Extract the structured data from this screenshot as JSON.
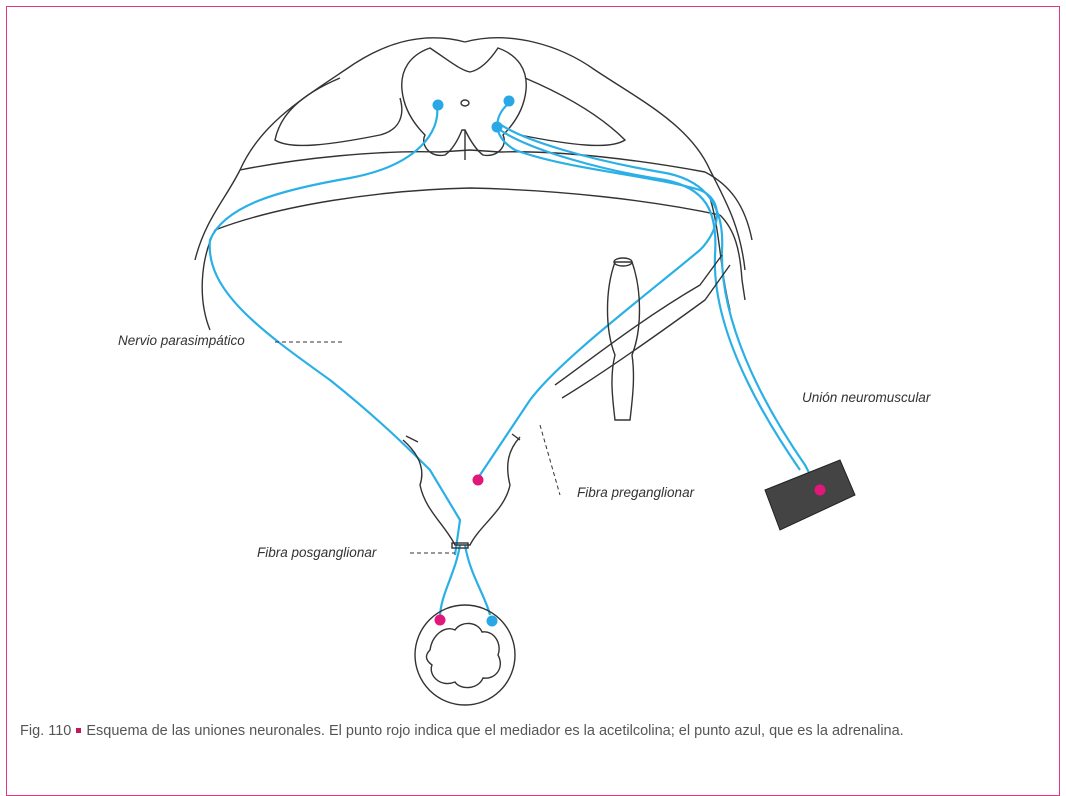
{
  "labels": {
    "parasympathetic": "Nervio parasimpático",
    "neuromuscular": "Unión neuromuscular",
    "preganglionic": "Fibra preganglionar",
    "postganglionic": "Fibra posganglionar"
  },
  "caption": {
    "fig_number": "Fig. 110",
    "text": "Esquema de las uniones neuronales. El punto rojo indica que el mediador es la acetilcolina; el punto azul, que es la adrenalina."
  },
  "colors": {
    "frame": "#e0387c",
    "nerve": "#2ab0e6",
    "red_dot": "#e0187a",
    "blue_dot": "#2aa8e6",
    "outline": "#333333"
  }
}
